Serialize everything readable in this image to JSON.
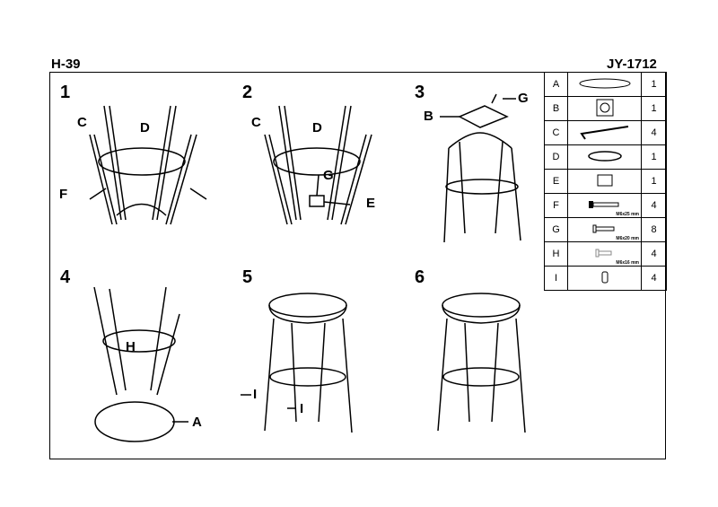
{
  "header": {
    "model": "H-39",
    "code": "JY-1712"
  },
  "steps": [
    "1",
    "2",
    "3",
    "4",
    "5",
    "6"
  ],
  "labels": {
    "s1": [
      "C",
      "D",
      "F"
    ],
    "s2": [
      "C",
      "D",
      "G",
      "E"
    ],
    "s3": [
      "G",
      "B"
    ],
    "s4": [
      "H",
      "A"
    ],
    "s5": [
      "I",
      "I"
    ]
  },
  "parts": [
    {
      "letter": "A",
      "icon": "seat-icon",
      "qty": "1"
    },
    {
      "letter": "B",
      "icon": "swivel-plate-icon",
      "qty": "1"
    },
    {
      "letter": "C",
      "icon": "allen-key-icon",
      "qty": "4"
    },
    {
      "letter": "D",
      "icon": "footrest-ring-icon",
      "qty": "1"
    },
    {
      "letter": "E",
      "icon": "mounting-plate-icon",
      "qty": "1"
    },
    {
      "letter": "F",
      "icon": "bolt-icon",
      "size": "M6x25 mm",
      "qty": "4"
    },
    {
      "letter": "G",
      "icon": "bolt-icon",
      "size": "M6x20 mm",
      "qty": "8"
    },
    {
      "letter": "H",
      "icon": "bolt-icon",
      "size": "M6x16 mm",
      "qty": "4"
    },
    {
      "letter": "I",
      "icon": "foot-cap-icon",
      "qty": "4"
    }
  ]
}
